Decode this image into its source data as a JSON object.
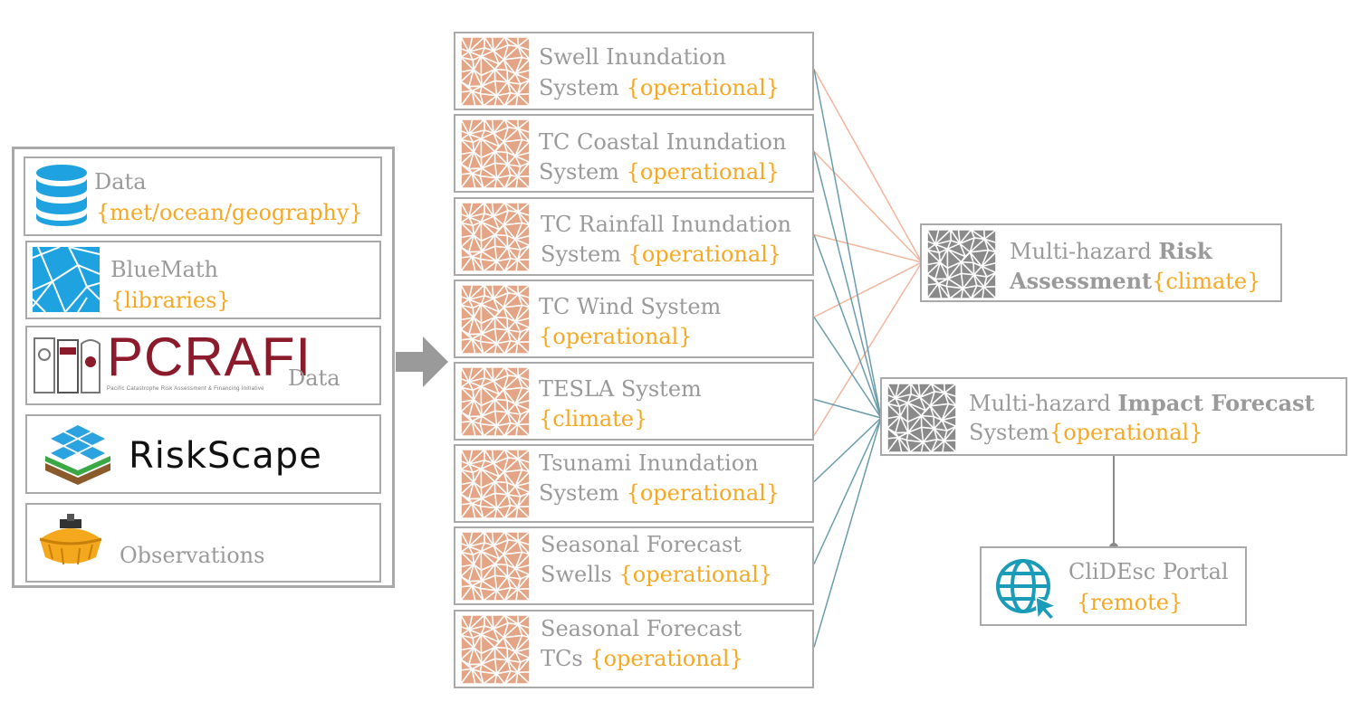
{
  "sources": {
    "data": {
      "label": "Data",
      "sub": "{met/ocean/geography}"
    },
    "bluemath": {
      "label": "BlueMath",
      "sub": "{libraries}"
    },
    "pcrafi": {
      "logo": "PCRAFI",
      "tagline": "Pacific Catastrophe Risk Assessment & Financing Initiative",
      "label": "Data"
    },
    "riskscape": {
      "logo": "RiskScape"
    },
    "observations": {
      "label": "Observations"
    }
  },
  "systems": [
    {
      "line1": "Swell Inundation",
      "line2": "System",
      "tag": "{operational}"
    },
    {
      "line1": "TC Coastal Inundation",
      "line2": "System",
      "tag": "{operational}"
    },
    {
      "line1": "TC Rainfall Inundation",
      "line2": "System",
      "tag": "{operational}"
    },
    {
      "line1": "TC Wind System",
      "line2": "",
      "tag": "{operational}"
    },
    {
      "line1": "TESLA System",
      "line2": "",
      "tag": "{climate}"
    },
    {
      "line1": "Tsunami Inundation",
      "line2": "System",
      "tag": "{operational}"
    },
    {
      "line1": "Seasonal Forecast",
      "line2": "Swells",
      "tag": "{operational}"
    },
    {
      "line1": "Seasonal Forecast",
      "line2": "TCs",
      "tag": "{operational}"
    }
  ],
  "outputs": {
    "risk": {
      "pre": "Multi-hazard ",
      "bold1": "Risk",
      "bold2": "Assessment",
      "tag": "{climate}"
    },
    "impact": {
      "pre": "Multi-hazard ",
      "bold1": "Impact Forecast",
      "line2": "System",
      "tag": "{operational}"
    },
    "portal": {
      "label": "CliDEsc Portal",
      "tag": "{remote}"
    }
  },
  "colors": {
    "border": "#a9a9a9",
    "text": "#9a9a9a",
    "tag": "#f7a823",
    "salmon": "#e3a585",
    "risk_link": "#f2b59c",
    "impact_link": "#6a9cab",
    "dark_pattern": "#8a8a8a",
    "globe": "#1a9bb8"
  }
}
